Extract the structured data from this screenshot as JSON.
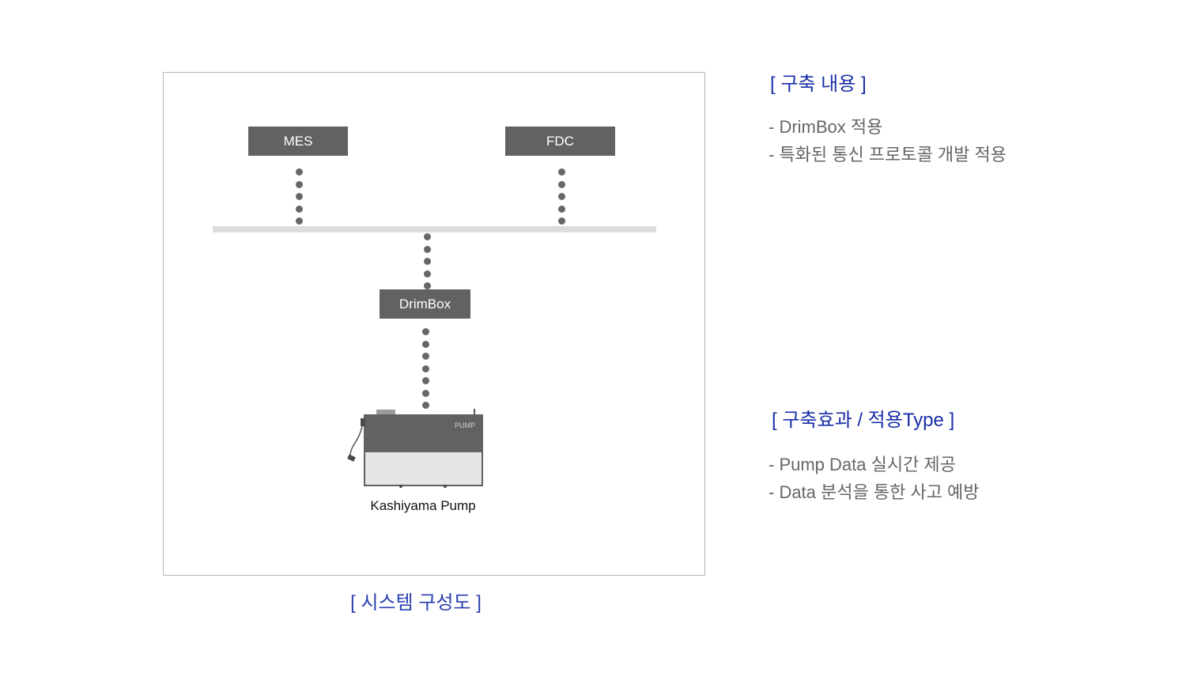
{
  "diagram": {
    "nodes": {
      "mes": "MES",
      "fdc": "FDC",
      "drimbox": "DrimBox"
    },
    "pump_tag": "PUMP",
    "pump_label": "Kashiyama Pump",
    "caption": "[ 시스템 구성도 ]",
    "colors": {
      "node_fill": "#626262",
      "bus": "#dddddd",
      "dots": "#676767",
      "caption": "#2a3fb0"
    }
  },
  "content_section": {
    "heading": "[ 구축 내용 ]",
    "items": [
      "- DrimBox 적용",
      "- 특화된 통신 프로토콜 개발 적용"
    ]
  },
  "effect_section": {
    "heading": "[ 구축효과 / 적용Type ]",
    "items": [
      "- Pump Data 실시간 제공",
      "- Data 분석을 통한 사고 예방"
    ]
  },
  "colors": {
    "heading": "#1a2fa8",
    "body_text": "#666666"
  }
}
